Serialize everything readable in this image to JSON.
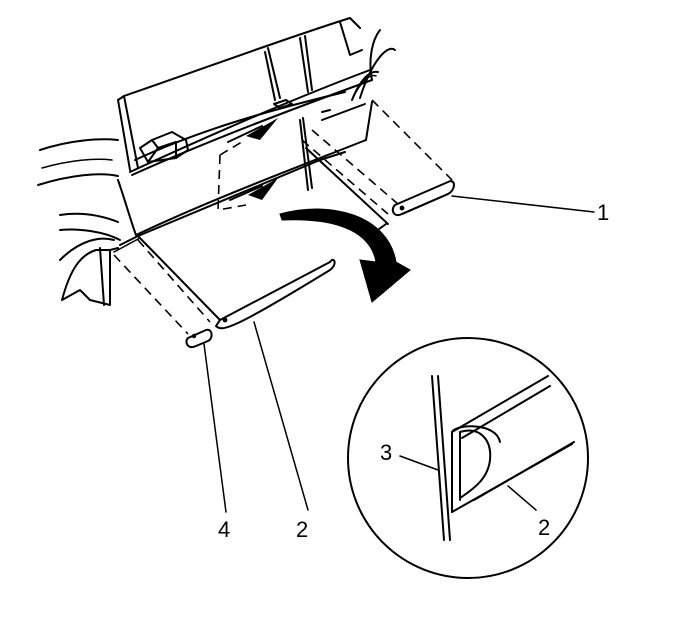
{
  "callouts": {
    "c1": "1",
    "c2": "2",
    "c2_detail": "2",
    "c3": "3",
    "c4": "4"
  },
  "colors": {
    "ink": "#000000",
    "paper": "#ffffff"
  }
}
